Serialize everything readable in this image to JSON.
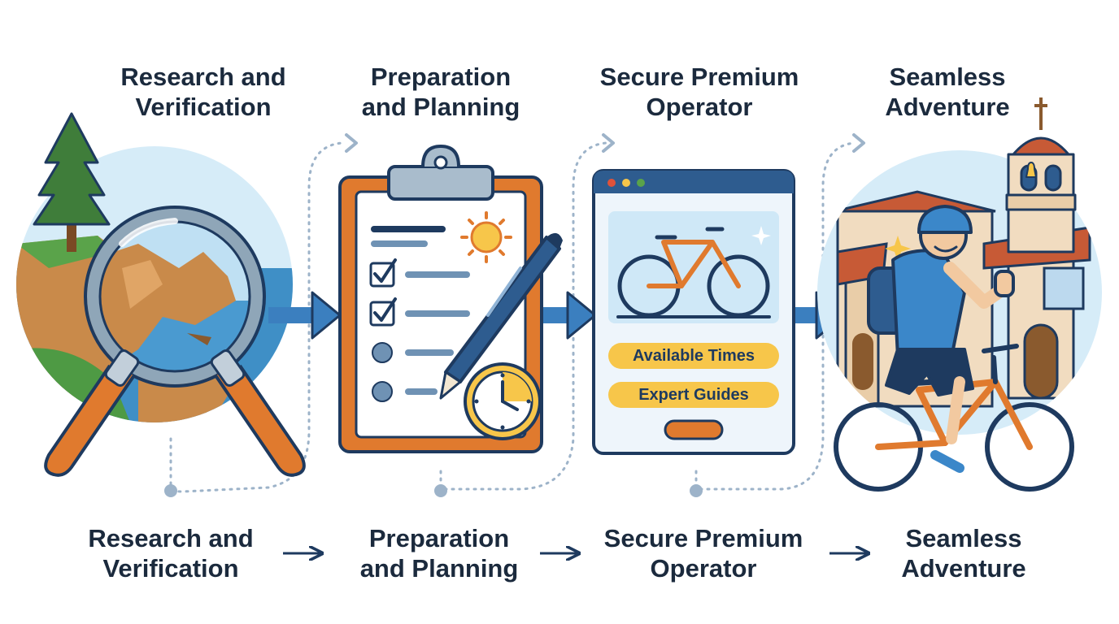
{
  "steps": [
    {
      "title": "Research and\nVerification",
      "caption": "Research and\nVerification"
    },
    {
      "title": "Preparation\nand Planning",
      "caption": "Preparation\nand Planning"
    },
    {
      "title": "Secure Premium\nOperator",
      "caption": "Secure Premium\nOperator"
    },
    {
      "title": "Seamless\nAdventure",
      "caption": "Seamless\nAdventure"
    }
  ],
  "booking_card": {
    "button_times": "Available Times",
    "button_guides": "Expert Guides"
  },
  "colors": {
    "navy": "#1e3a5f",
    "orange": "#e07a2e",
    "sky": "#cfe8f7",
    "yellow": "#f7c64a",
    "flow_arrow": "#3b7fbf",
    "dotted": "#9db3c9"
  }
}
